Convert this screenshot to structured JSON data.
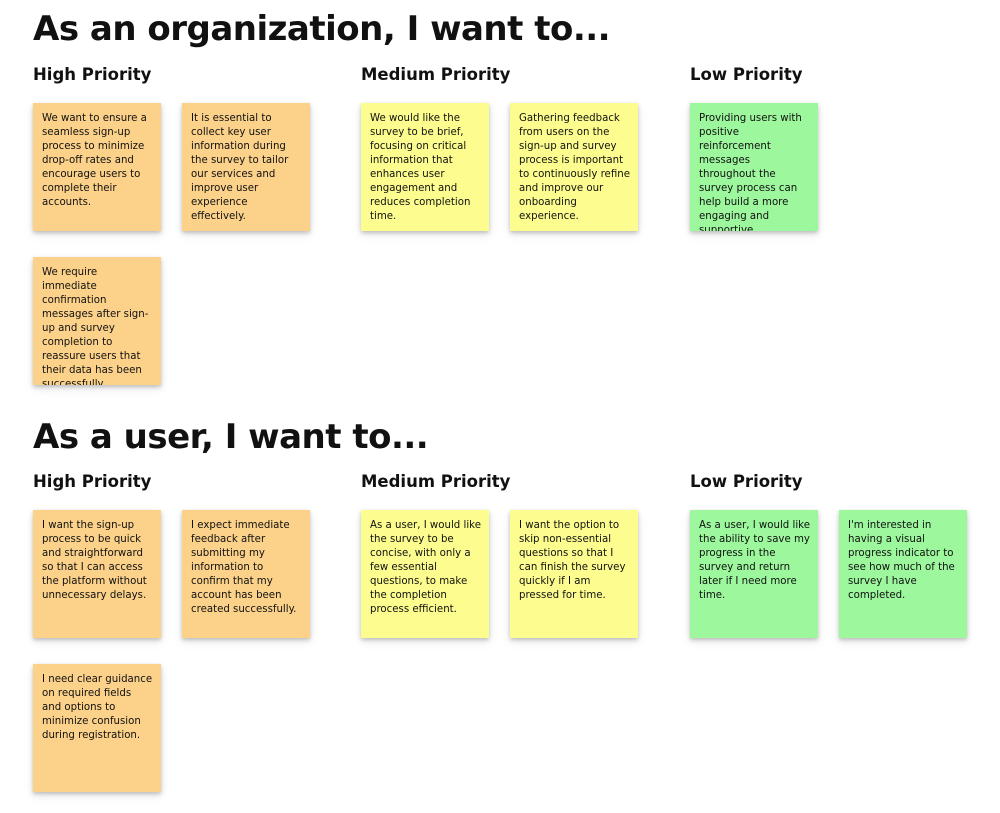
{
  "colors": {
    "high": "#fcd28a",
    "medium": "#fdfd8f",
    "low": "#9cf79d"
  },
  "sections": [
    {
      "title": "As an organization, I want to...",
      "columns": [
        {
          "title": "High Priority",
          "notes": [
            "We want to ensure a seamless sign-up process to minimize drop-off rates and encourage users to complete their accounts.",
            "It is essential to collect key user information during the survey to tailor our services and improve user experience effectively.",
            "We require immediate confirmation messages after sign-up and survey completion to reassure users that their data has been successfully recorded."
          ]
        },
        {
          "title": "Medium Priority",
          "notes": [
            "We would like the survey to be brief, focusing on critical information that enhances user engagement and reduces completion time.",
            "Gathering feedback from users on the sign-up and survey process is important to continuously refine and improve our onboarding experience."
          ]
        },
        {
          "title": "Low Priority",
          "notes": [
            "Providing users with positive reinforcement messages throughout the survey process can help build a more engaging and supportive onboarding experience."
          ]
        }
      ]
    },
    {
      "title": "As a user, I want to...",
      "columns": [
        {
          "title": "High Priority",
          "notes": [
            "I want the sign-up process to be quick and straightforward so that I can access the platform without unnecessary delays.",
            "I expect immediate feedback after submitting my information to confirm that my account has been created successfully.",
            "I need clear guidance on required fields and options to minimize confusion during registration."
          ]
        },
        {
          "title": "Medium Priority",
          "notes": [
            "As a user, I would like the survey to be concise, with only a few essential questions, to make the completion process efficient.",
            "I want the option to skip non-essential questions so that I can finish the survey quickly if I am pressed for time."
          ]
        },
        {
          "title": "Low Priority",
          "notes": [
            "As a user, I would like the ability to save my progress in the survey and return later if I need more time.",
            "I'm interested in having a visual progress indicator to see how much of the survey I have completed."
          ]
        }
      ]
    }
  ]
}
